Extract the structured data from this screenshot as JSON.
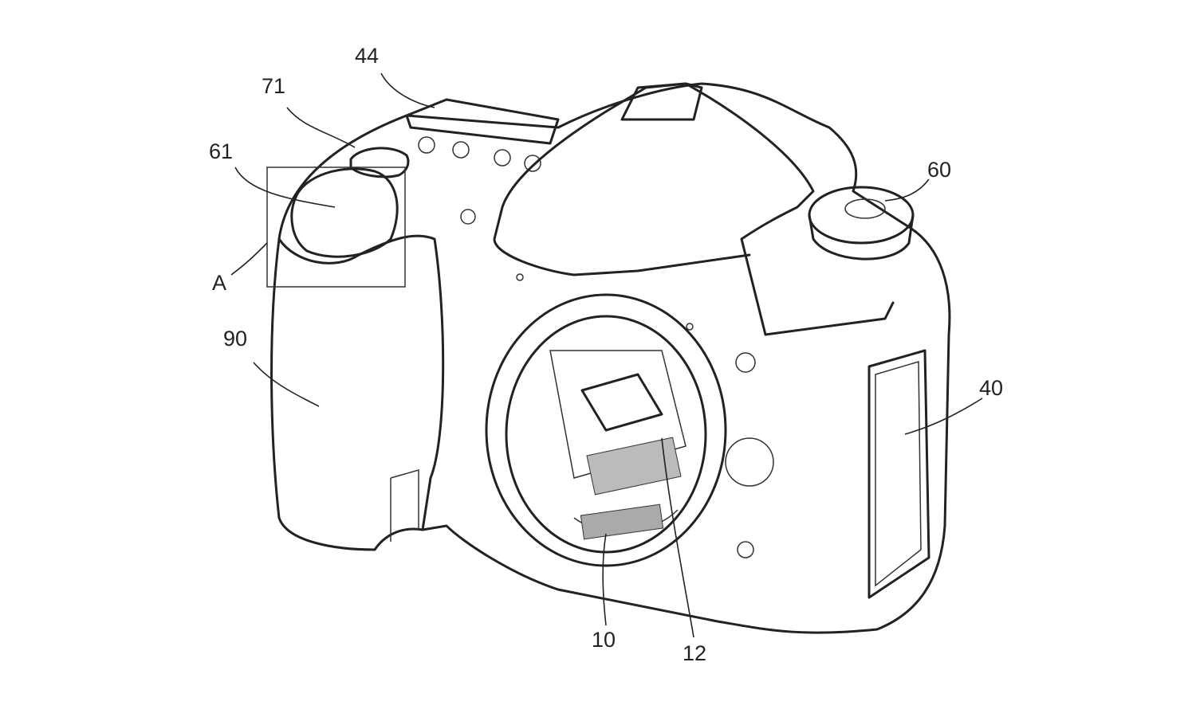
{
  "figure": {
    "labels": {
      "l44": "44",
      "l71": "71",
      "l61": "61",
      "lA": "A",
      "l90": "90",
      "l60": "60",
      "l40": "40",
      "l10": "10",
      "l12": "12"
    }
  }
}
